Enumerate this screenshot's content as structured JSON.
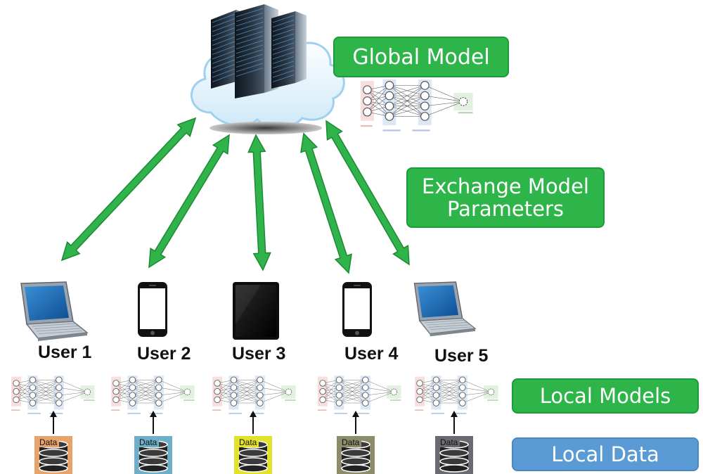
{
  "labels": {
    "global_model": "Global Model",
    "exchange_line1": "Exchange Model",
    "exchange_line2": "Parameters",
    "local_models": "Local Models",
    "local_data": "Local Data",
    "data_word": "Data"
  },
  "users": [
    {
      "label": "User 1",
      "device": "laptop",
      "db_color": "#e8a36a"
    },
    {
      "label": "User 2",
      "device": "phone",
      "db_color": "#6faec9"
    },
    {
      "label": "User 3",
      "device": "tablet",
      "db_color": "#e3e22b"
    },
    {
      "label": "User 4",
      "device": "phone",
      "db_color": "#8c8c6a"
    },
    {
      "label": "User 5",
      "device": "laptop",
      "db_color": "#6a6a72"
    }
  ],
  "colors": {
    "arrow": "#2fb34a",
    "arrow_edge": "#1b8a33",
    "tag_green": "#2db54a",
    "tag_blue": "#5b9bd5",
    "cloud": "#dff1fb",
    "server": "#1d2530"
  },
  "icons": [
    "server-rack-icon",
    "cloud-icon",
    "laptop-icon",
    "phone-icon",
    "tablet-icon",
    "database-icon",
    "neural-network-icon"
  ]
}
